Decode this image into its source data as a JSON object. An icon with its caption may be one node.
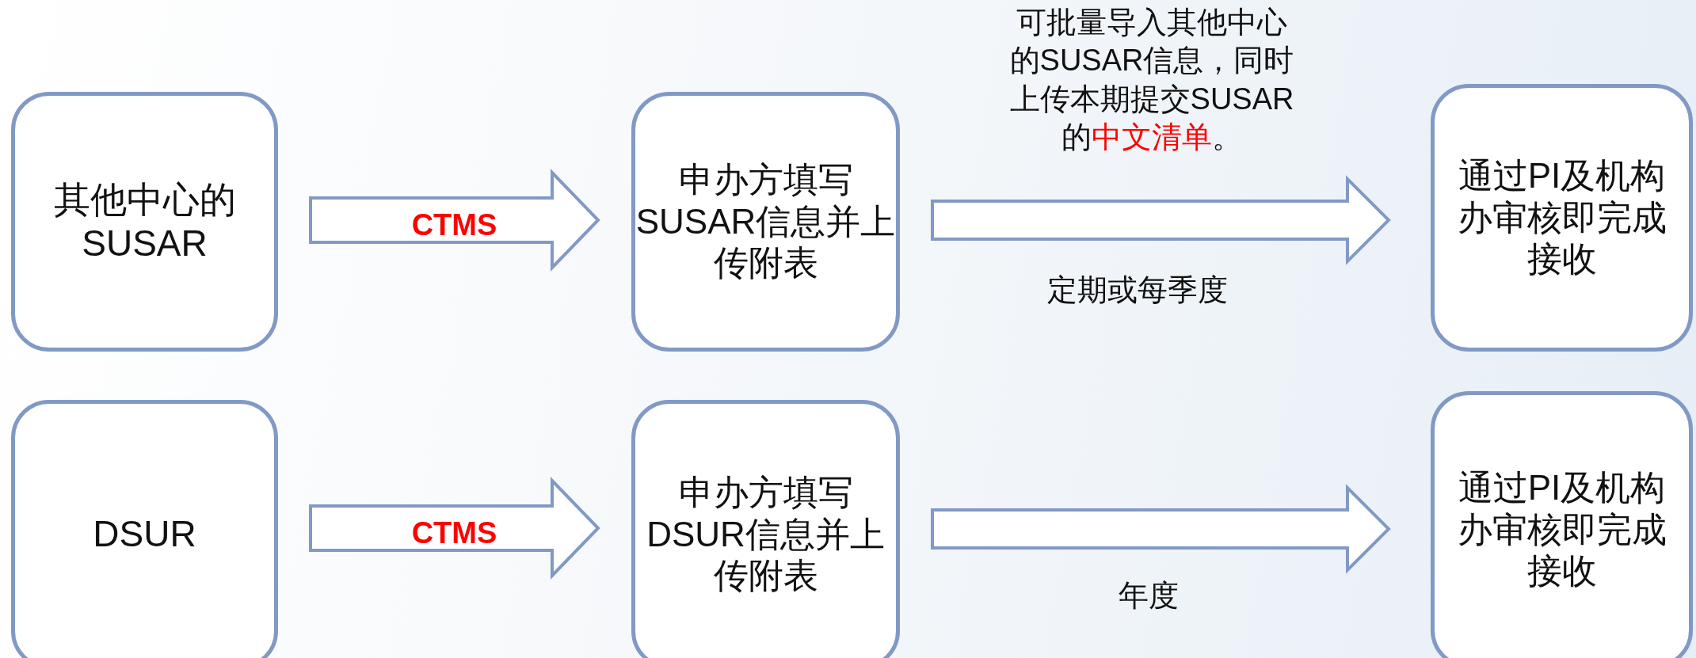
{
  "diagram": {
    "nodes": [
      {
        "text": [
          "其他中心的SUSAR"
        ]
      },
      {
        "text": [
          "申办方填写SUSAR信息并上传附表"
        ]
      },
      {
        "text": [
          "通过PI及机构办审核即完成接收"
        ]
      },
      {
        "text": [
          "DSUR"
        ]
      },
      {
        "text": [
          "申办方填写DSUR信息并上传附表"
        ]
      },
      {
        "text": [
          "通过PI及机构办审核即完成接收"
        ]
      }
    ],
    "edges": [
      {
        "from": 0,
        "to": 1,
        "arrow": "to",
        "label": "CTMS"
      },
      {
        "from": 1,
        "to": 2,
        "arrow": "to",
        "label": "定期或每季度"
      },
      {
        "from": 3,
        "to": 4,
        "arrow": "to",
        "label": "CTMS"
      },
      {
        "from": 4,
        "to": 5,
        "arrow": "to",
        "label": "年度"
      }
    ],
    "labels": [
      "可批量导入其他中心的SUSAR信息，同时上传本期提交SUSAR的**中文清单**。"
    ]
  }
}
